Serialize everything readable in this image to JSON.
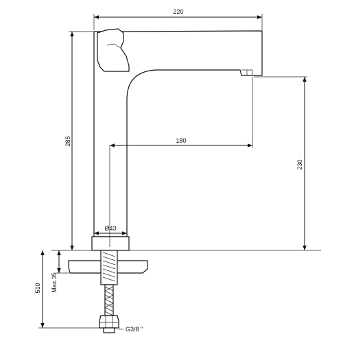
{
  "dimensions": {
    "spout_length": "220",
    "reach": "180",
    "total_height": "285",
    "spout_height": "230",
    "base_diameter": "Ø43",
    "max_thickness": "Max.35",
    "hose_length": "510",
    "thread": "G3/8 \""
  }
}
